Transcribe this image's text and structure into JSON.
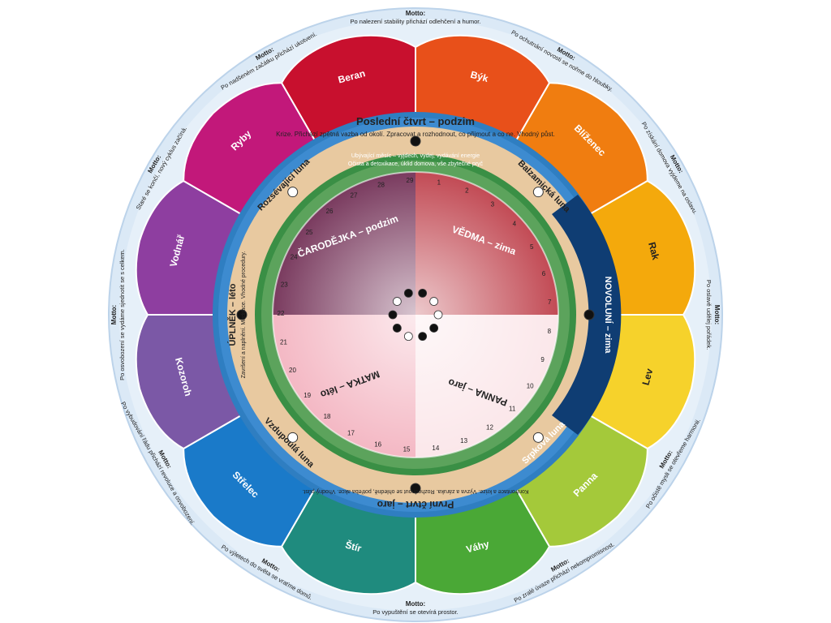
{
  "center": {
    "phases": [
      "VĚDMA – zima",
      "PANNA – jaro",
      "MATKA – léto",
      "ČARODĚJKA – podzim"
    ]
  },
  "mid_ring": {
    "items": [
      {
        "title": "Poslední čtvrt – podzim",
        "text": "Krize. Přichází zpětná vazba od okolí. Zpracovat a rozhodnout, co přijmout a co ne. Vhodný půst."
      },
      {
        "title": "NOVOLUNÍ – zima",
        "text": ""
      },
      {
        "title": "První čtvrt – jaro",
        "text": "Konfrontace a krize. Výzva a záruka. Rozhodnout se ohledně, potřeba akce. Vhodný půst."
      },
      {
        "title": "ÚPLNĚK – léto",
        "text": "Završení a naplnění. Meditace. Vhodné procedury."
      },
      {
        "title": "Balzamická luna",
        "text": ""
      },
      {
        "title": "Srpková luna",
        "text": ""
      },
      {
        "title": "Vzdupoulá luna",
        "text": ""
      },
      {
        "title": "Rozsévající luna",
        "text": ""
      }
    ],
    "green_top": "Ubývající měsíc – vyjdech, vydej, vydávání energie",
    "green_top_sub": "Očista a detoxikace, úklid domova, vše zbytečné pryč"
  },
  "signs": [
    {
      "name": "Beran",
      "motto_label": "Motto:",
      "motto": "Po nadšeném začátku přichází ukotvení.",
      "color": "#c8102e"
    },
    {
      "name": "Býk",
      "motto_label": "Motto:",
      "motto": "Po nalezení stability přichází odlehčení a humor.",
      "color": "#e8501a"
    },
    {
      "name": "Blíženec",
      "motto_label": "Motto:",
      "motto": "Po ochutnání novosti se nořme do hloubky.",
      "color": "#f07d10"
    },
    {
      "name": "Rak",
      "motto_label": "Motto:",
      "motto": "Po získání domova vyjdeme na oslavu.",
      "color": "#f4a90c"
    },
    {
      "name": "Lev",
      "motto_label": "Motto:",
      "motto": "Po oslavě udělej pořádek.",
      "color": "#f6d22b"
    },
    {
      "name": "Panna",
      "motto_label": "Motto:",
      "motto": "Po očistě mysli se otevřeme harmonii.",
      "color": "#a4c93a"
    },
    {
      "name": "Váhy",
      "motto_label": "Motto:",
      "motto": "Po zralé úvaze přichází nekompromisnost.",
      "color": "#4aa836"
    },
    {
      "name": "Štír",
      "motto_label": "Motto:",
      "motto": "Po vypuštění se otevírá prostor.",
      "color": "#1f8b7e"
    },
    {
      "name": "Střelec",
      "motto_label": "Motto:",
      "motto": "Po výletech do světa se vraťme domů.",
      "color": "#1a7ac9"
    },
    {
      "name": "Kozoroh",
      "motto_label": "Motto:",
      "motto": "Po vybudování řádu přichází revoluce a osvobození.",
      "color": "#7b58a6"
    },
    {
      "name": "Vodnář",
      "motto_label": "Motto:",
      "motto": "Po osvobození se vydáme sjednotit se s celkem.",
      "color": "#8e3ea0"
    },
    {
      "name": "Ryby",
      "motto_label": "Motto:",
      "motto": "Staré se končí, nový cyklus začíná.",
      "color": "#c2187a"
    }
  ],
  "day_numbers": [
    "1",
    "2",
    "3",
    "4",
    "5",
    "6",
    "7",
    "8",
    "9",
    "10",
    "11",
    "12",
    "13",
    "14",
    "15",
    "16",
    "17",
    "18",
    "19",
    "20",
    "21",
    "22",
    "23",
    "24",
    "25",
    "26",
    "27",
    "28",
    "29"
  ],
  "colors": {
    "outer_ring": "#dbe9f6",
    "blue_ring": "#2f7ec1",
    "green_ring": "#3a8f45",
    "tan_band": "#e8c9a0",
    "deep_blue": "#0f3d73"
  }
}
